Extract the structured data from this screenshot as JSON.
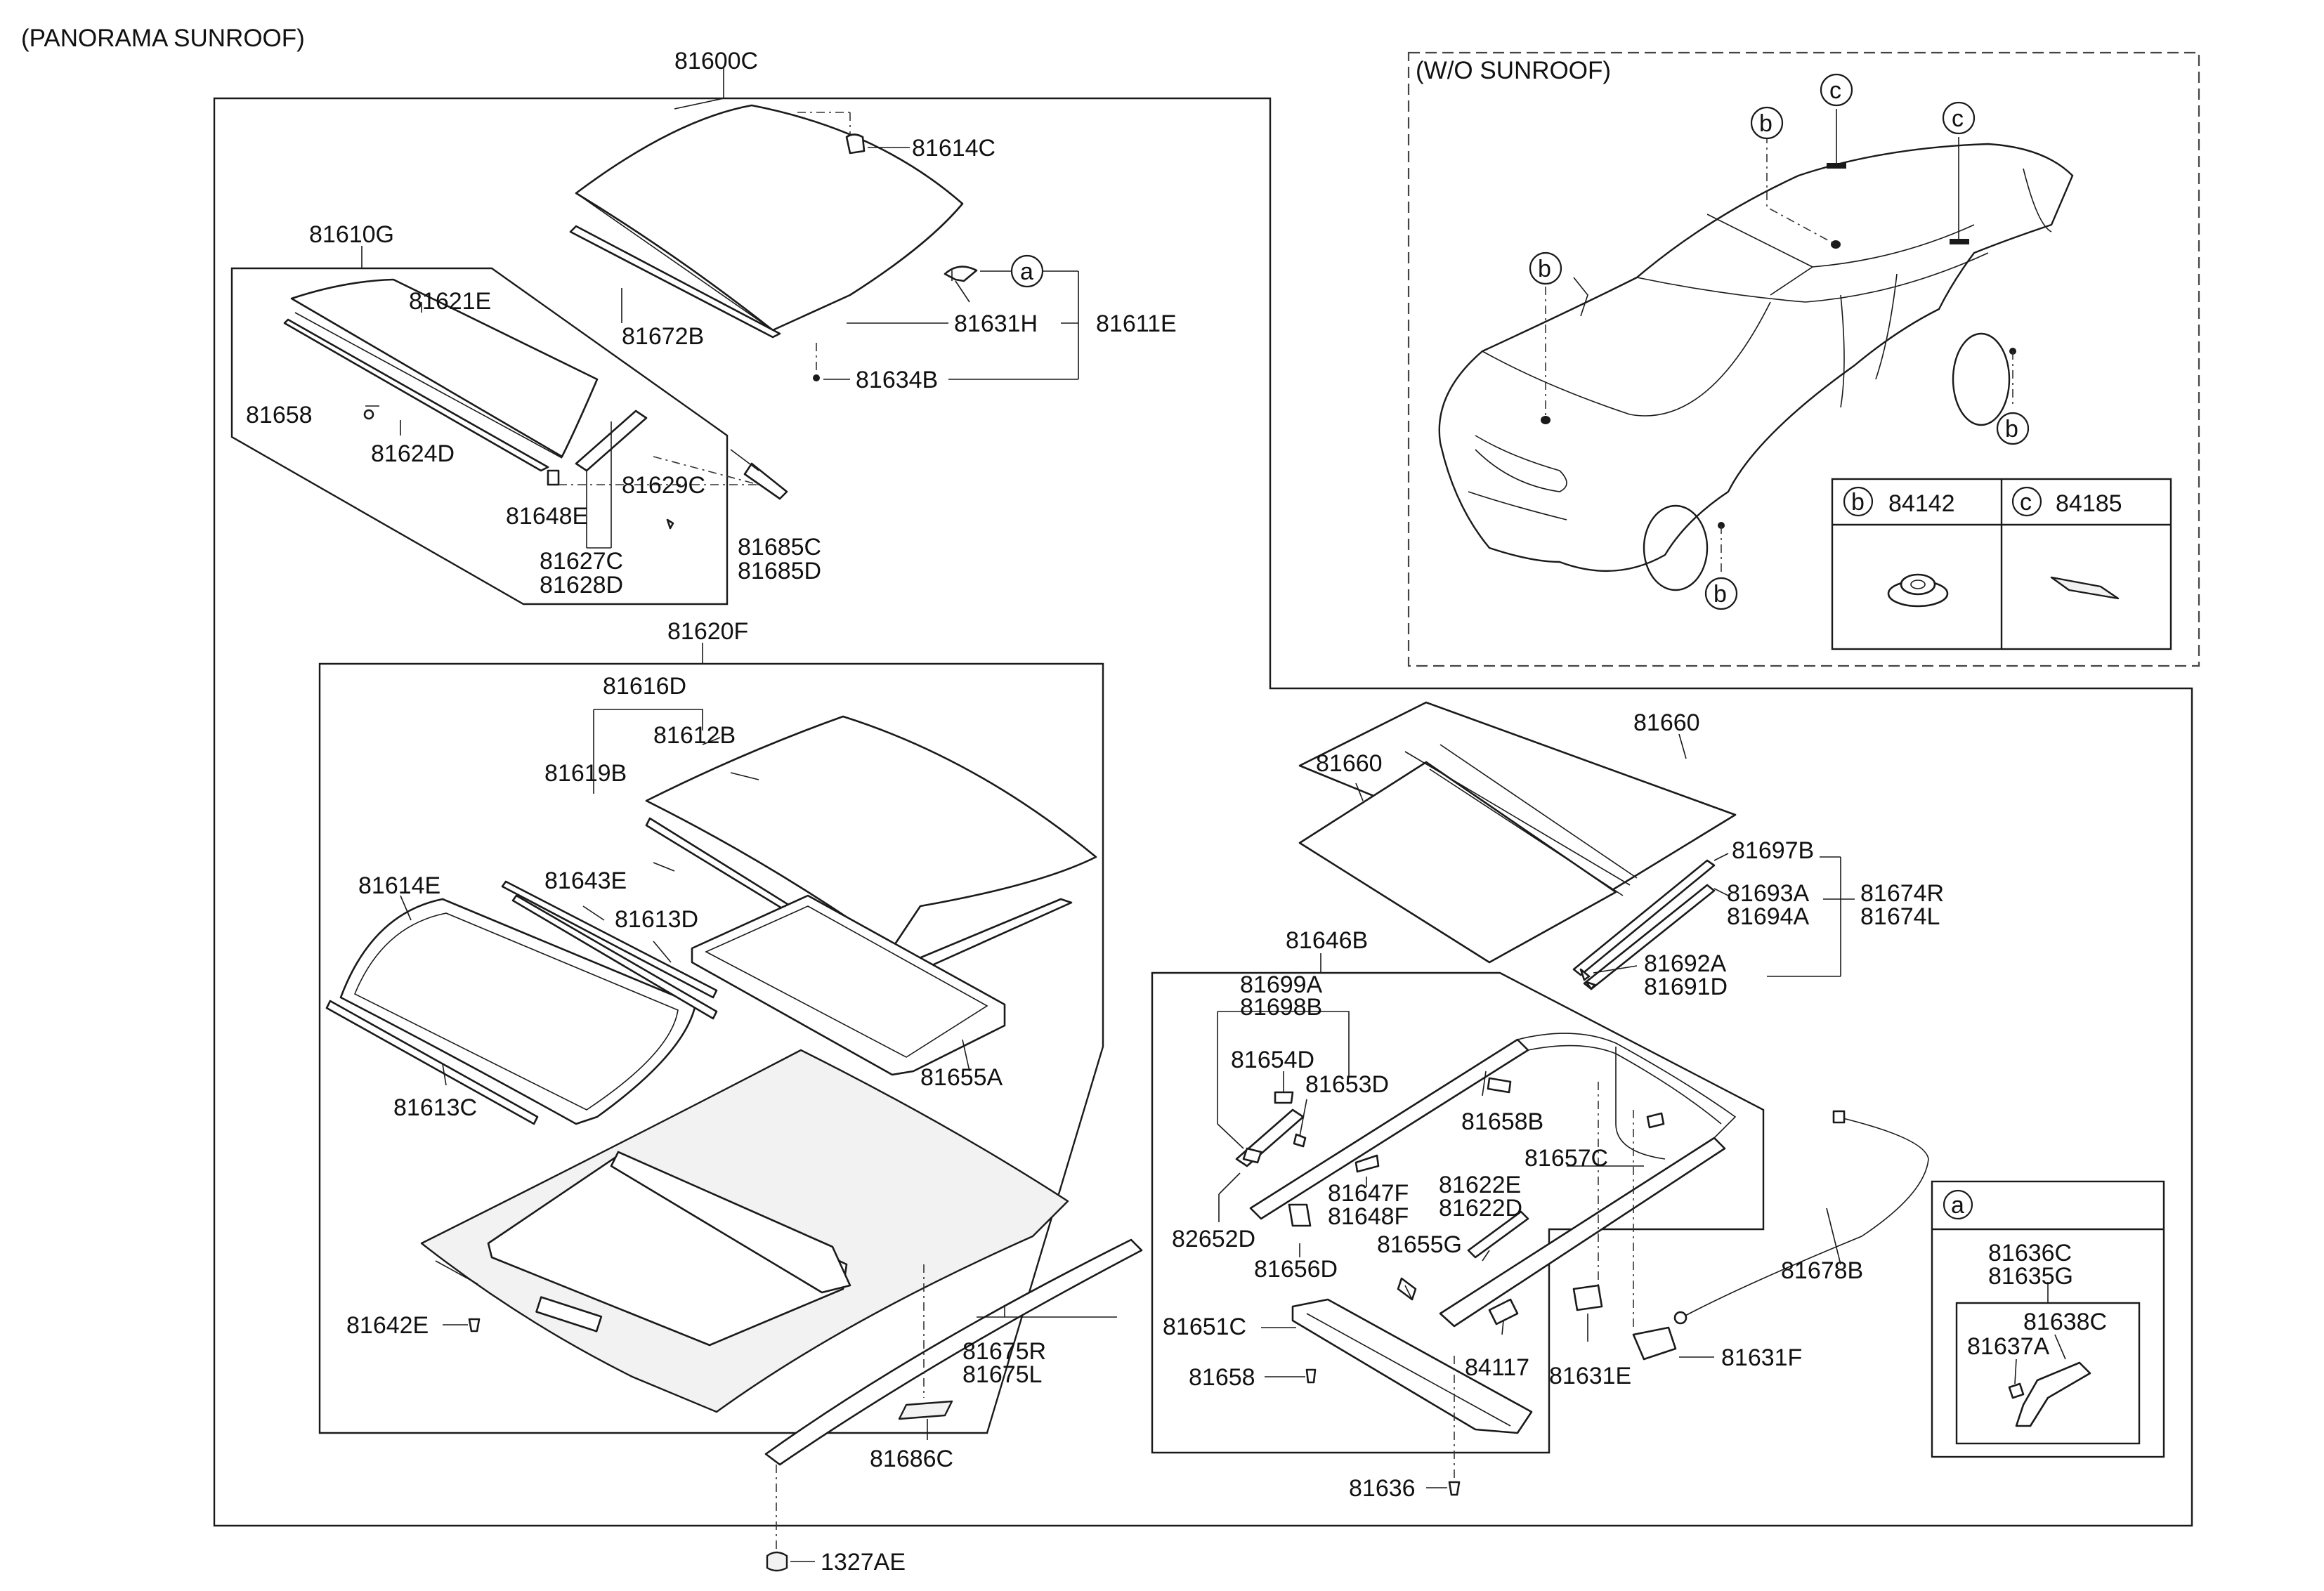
{
  "header": {
    "title": "(PANORAMA SUNROOF)",
    "inset_title": "(W/O SUNROOF)"
  },
  "legend": {
    "b_code": "84142",
    "c_code": "84185",
    "a_letter": "a",
    "b_letter": "b",
    "c_letter": "c"
  },
  "callouts": [
    "81600C",
    "81614C",
    "81672B",
    "81631H",
    "81611E",
    "81634B",
    "81610G",
    "81621E",
    "81658",
    "81624D",
    "81629C",
    "81648E",
    "81627C",
    "81628D",
    "81685C",
    "81685D",
    "81620F",
    "81616D",
    "81612B",
    "81619B",
    "81614E",
    "81643E",
    "81613D",
    "81655A",
    "81613C",
    "81642E",
    "81675R",
    "81675L",
    "81686C",
    "1327AE",
    "81660",
    "81660",
    "81697B",
    "81693A",
    "81694A",
    "81674R",
    "81674L",
    "81692A",
    "81691D",
    "81646B",
    "81699A",
    "81698B",
    "81654D",
    "81653D",
    "81658B",
    "81657C",
    "81647F",
    "81648F",
    "81622E",
    "81622D",
    "82652D",
    "81655G",
    "81656D",
    "81651C",
    "81658",
    "84117",
    "81631E",
    "81631F",
    "81636",
    "81678B",
    "81636C",
    "81635G",
    "81638C",
    "81637A"
  ]
}
